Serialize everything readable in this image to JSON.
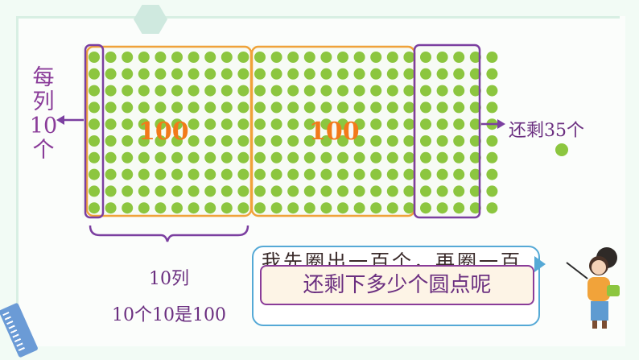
{
  "grid": {
    "dot_color": "#8cc63f",
    "columns": 25,
    "rows": 10,
    "bracket_colors": {
      "hundreds": "#f0a23a",
      "ones_column": "#7b3fa0",
      "remaining": "#7b3fa0"
    }
  },
  "labels": {
    "block1": "100",
    "block2": "100",
    "each_column": [
      "每",
      "列",
      "10",
      "个"
    ],
    "remaining": "还剩35个",
    "ten_columns": "10列",
    "ten_tens": "10个10是100"
  },
  "bubble": {
    "behind_text": "我先圈出一百个，再圈一百个，再圈出一百个。",
    "question": "还剩下多少个圆点呢"
  }
}
